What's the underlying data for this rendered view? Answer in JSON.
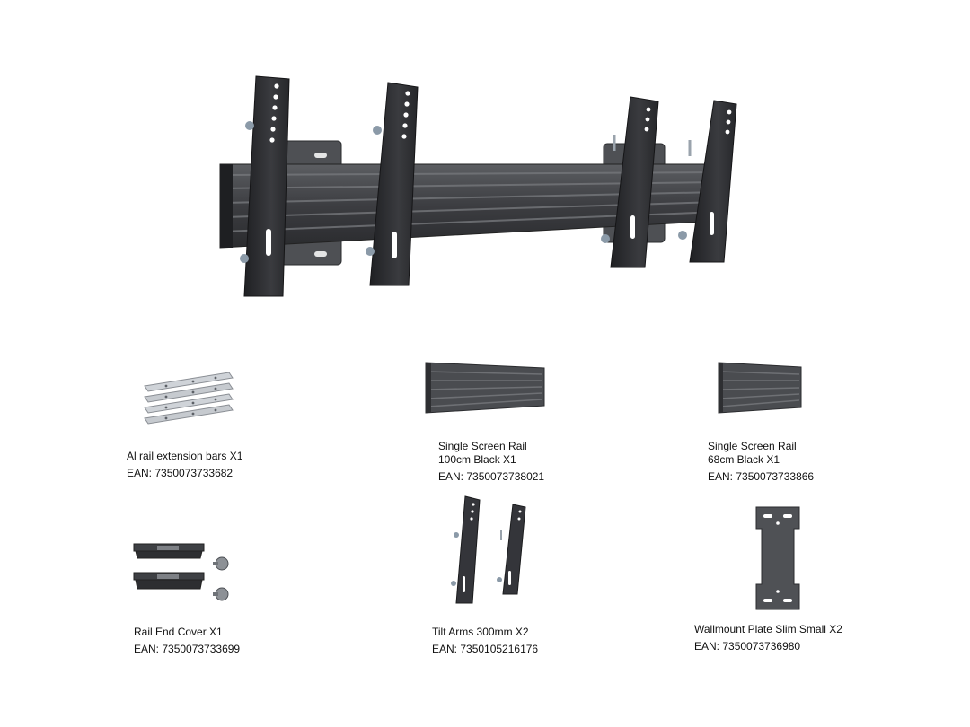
{
  "colors": {
    "background": "#ffffff",
    "metal_dark": "#2b2b2e",
    "metal_mid": "#4a4b4f",
    "rail_light": "#6a6c70",
    "aluminium": "#c9ccd1",
    "text": "#111111"
  },
  "hero": {
    "icon": "video-wall-mount-icon"
  },
  "items": [
    {
      "icon": "aluminium-rail-bars-icon",
      "name": "Al rail extension bars X1",
      "ean": "EAN: 7350073733682"
    },
    {
      "icon": "rail-100cm-icon",
      "name": "Single Screen Rail\n100cm Black X1",
      "ean": "EAN: 7350073738021"
    },
    {
      "icon": "rail-68cm-icon",
      "name": "Single Screen Rail\n68cm Black X1",
      "ean": "EAN: 7350073733866"
    },
    {
      "icon": "rail-end-cover-icon",
      "name": "Rail End Cover X1",
      "ean": "EAN: 7350073733699"
    },
    {
      "icon": "tilt-arm-icon",
      "name": "Tilt Arms 300mm X2",
      "ean": "EAN: 7350105216176"
    },
    {
      "icon": "wallmount-plate-icon",
      "name": "Wallmount Plate Slim Small X2",
      "ean": "EAN: 7350073736980"
    }
  ]
}
